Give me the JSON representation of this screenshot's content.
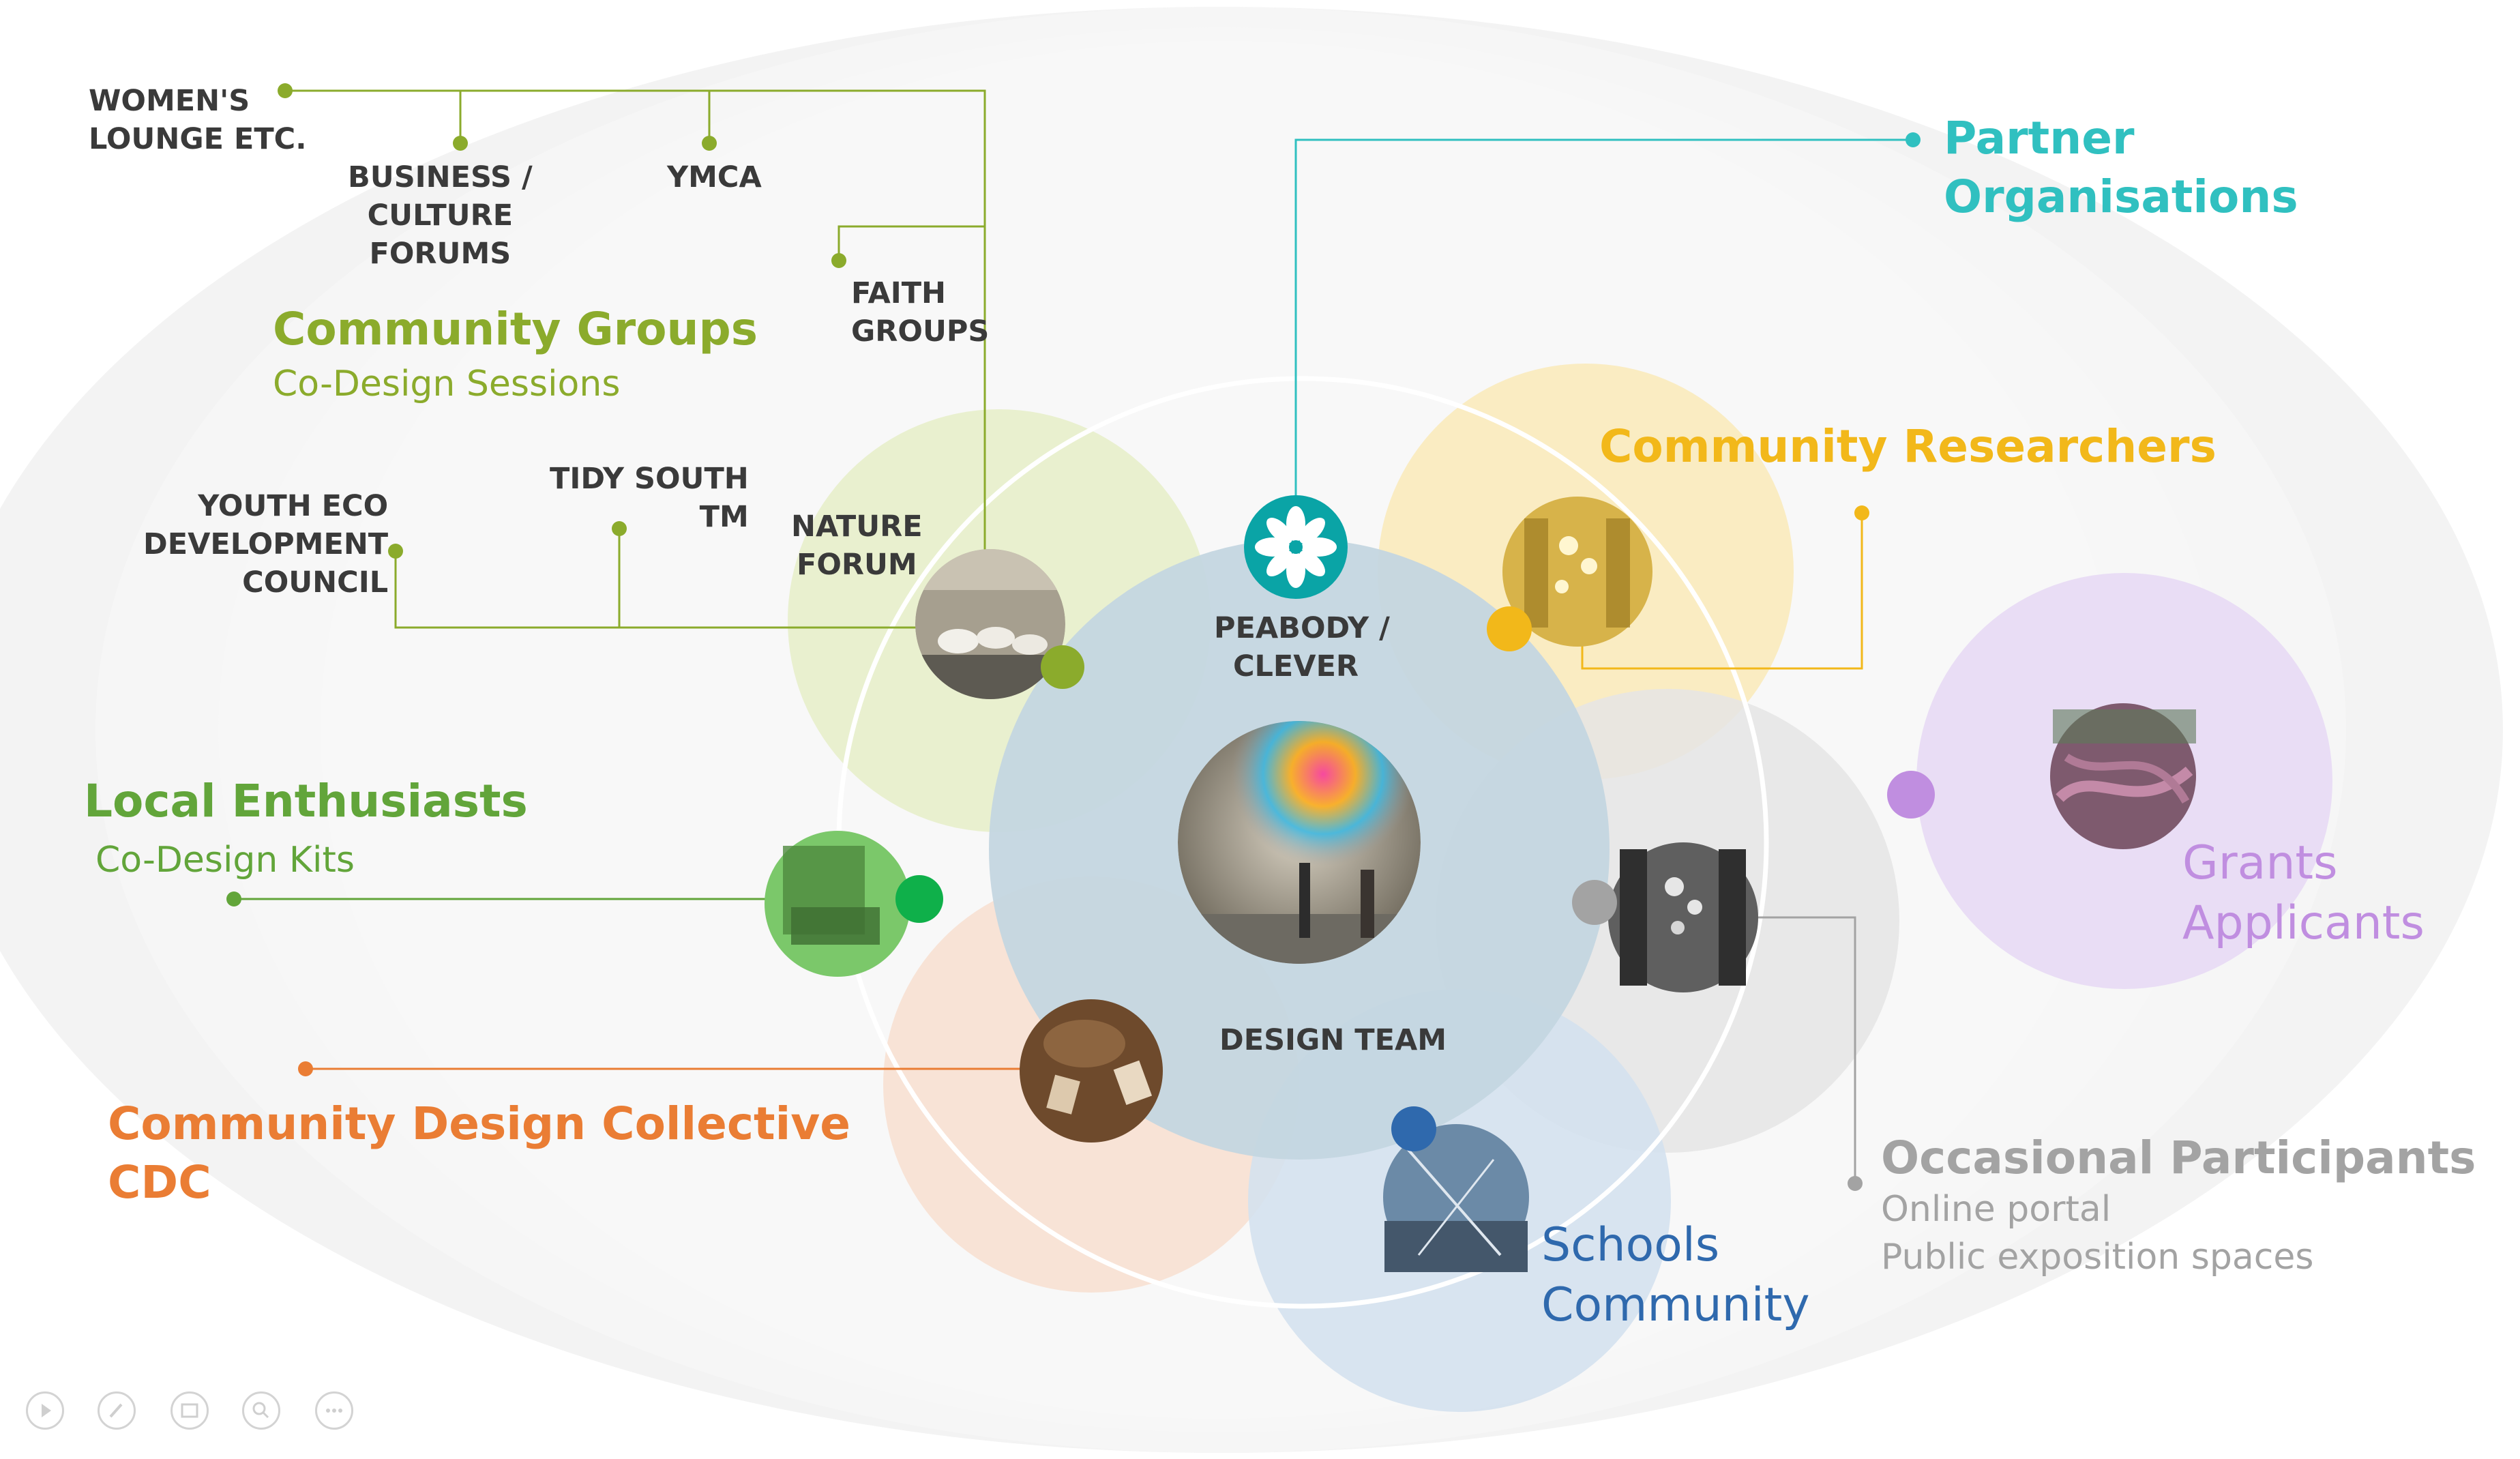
{
  "colors": {
    "community_groups": "#8bab2c",
    "local_enthusiasts": "#62a53a",
    "partner": "#30c0c0",
    "researchers": "#f2b81a",
    "grants": "#c08ee0",
    "cdc": "#ea7d34",
    "occasional": "#a3a3a3",
    "schools": "#2f69ad",
    "core": "#c4d6e0"
  },
  "community_groups": {
    "title": "Community Groups",
    "subtitle": "Co-Design Sessions",
    "items": {
      "womens_lounge": [
        "WOMEN'S",
        "LOUNGE ETC."
      ],
      "business_culture": [
        "BUSINESS /",
        "CULTURE",
        "FORUMS"
      ],
      "ymca": [
        "YMCA"
      ],
      "faith": [
        "FAITH",
        "GROUPS"
      ],
      "youth_eco": [
        "YOUTH ECO",
        "DEVELOPMENT",
        "COUNCIL"
      ],
      "tidy_south": [
        "TIDY SOUTH",
        "TM"
      ],
      "nature_forum": [
        "NATURE",
        "FORUM"
      ]
    }
  },
  "local_enthusiasts": {
    "title": "Local Enthusiasts",
    "subtitle": "Co-Design Kits"
  },
  "partner_organisations": {
    "title": [
      "Partner",
      "Organisations"
    ]
  },
  "community_researchers": {
    "title": "Community Researchers"
  },
  "grants_applicants": {
    "title": [
      "Grants",
      "Applicants"
    ]
  },
  "community_design_collective": {
    "title": [
      "Community Design Collective",
      "CDC"
    ]
  },
  "occasional_participants": {
    "title": "Occasional Participants",
    "lines": [
      "Online portal",
      "Public exposition spaces"
    ]
  },
  "schools_community": {
    "title": [
      "Schools",
      "Community"
    ]
  },
  "core": {
    "peabody": [
      "PEABODY /",
      "CLEVER"
    ],
    "design_team": "DESIGN TEAM"
  },
  "icons": [
    "play-icon",
    "pen-icon",
    "slides-icon",
    "zoom-icon",
    "more-icon"
  ]
}
